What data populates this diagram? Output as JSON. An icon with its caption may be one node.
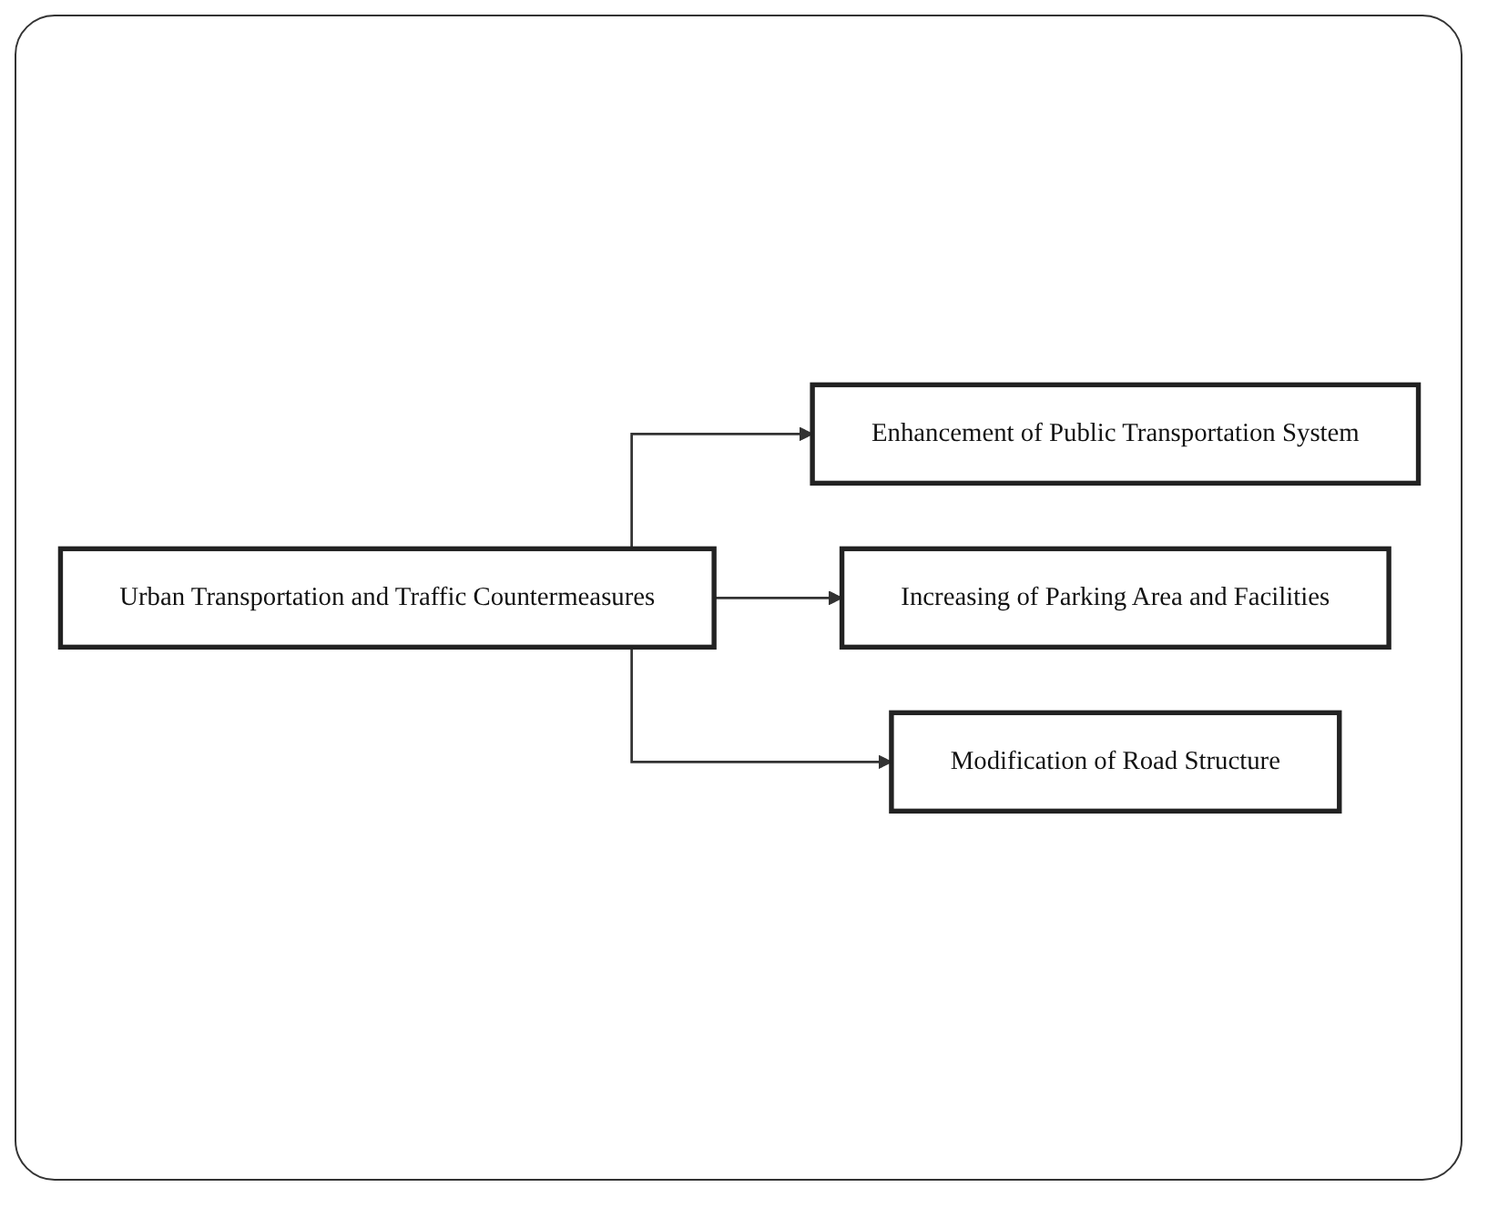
{
  "diagram": {
    "nodes": [
      {
        "text": [
          "Urban Transportation and Traffic Countermeasures"
        ]
      },
      {
        "text": [
          "Enhancement of Public Transportation System"
        ]
      },
      {
        "text": [
          "Increasing of Parking Area and Facilities"
        ]
      },
      {
        "text": [
          "Modification of Road Structure"
        ]
      }
    ],
    "edges": [
      {
        "from": 0,
        "to": 1,
        "arrow": "to"
      },
      {
        "from": 0,
        "to": 2,
        "arrow": "to"
      },
      {
        "from": 0,
        "to": 3,
        "arrow": "to"
      }
    ]
  }
}
